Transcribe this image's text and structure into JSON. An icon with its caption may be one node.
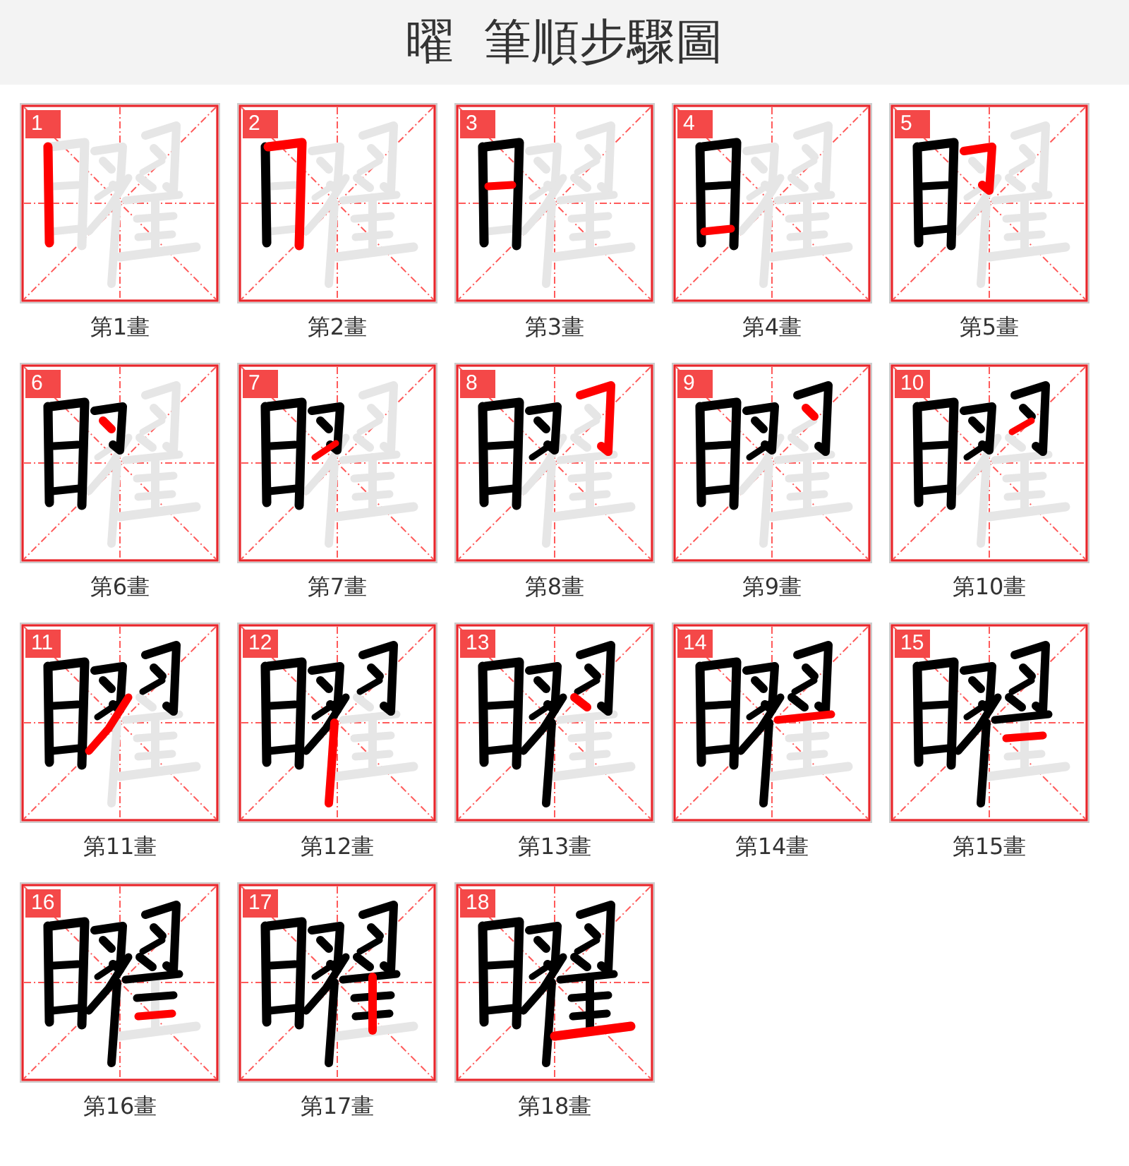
{
  "diagram": {
    "title": "曜 筆順步驟圖",
    "nodes": [
      {
        "text": [
          "1"
        ],
        "beside": [
          "第1畫"
        ]
      },
      {
        "text": [
          "2"
        ],
        "beside": [
          "第2畫"
        ]
      },
      {
        "text": [
          "3"
        ],
        "beside": [
          "第3畫"
        ]
      },
      {
        "text": [
          "4"
        ],
        "beside": [
          "第4畫"
        ]
      },
      {
        "text": [
          "5"
        ],
        "beside": [
          "第5畫"
        ]
      },
      {
        "text": [
          "6"
        ],
        "beside": [
          "第6畫"
        ]
      },
      {
        "text": [
          "7"
        ],
        "beside": [
          "第7畫"
        ]
      },
      {
        "text": [
          "8"
        ],
        "beside": [
          "第8畫"
        ]
      },
      {
        "text": [
          "9"
        ],
        "beside": [
          "第9畫"
        ]
      },
      {
        "text": [
          "10"
        ],
        "beside": [
          "第10畫"
        ]
      },
      {
        "text": [
          "11"
        ],
        "beside": [
          "第11畫"
        ]
      },
      {
        "text": [
          "12"
        ],
        "beside": [
          "第12畫"
        ]
      },
      {
        "text": [
          "13"
        ],
        "beside": [
          "第13畫"
        ]
      },
      {
        "text": [
          "14"
        ],
        "beside": [
          "第14畫"
        ]
      },
      {
        "text": [
          "15"
        ],
        "beside": [
          "第15畫"
        ]
      },
      {
        "text": [
          "16"
        ],
        "beside": [
          "第16畫"
        ]
      },
      {
        "text": [
          "17"
        ],
        "beside": [
          "第17畫"
        ]
      },
      {
        "text": [
          "18"
        ],
        "beside": [
          "第18畫"
        ]
      }
    ]
  }
}
